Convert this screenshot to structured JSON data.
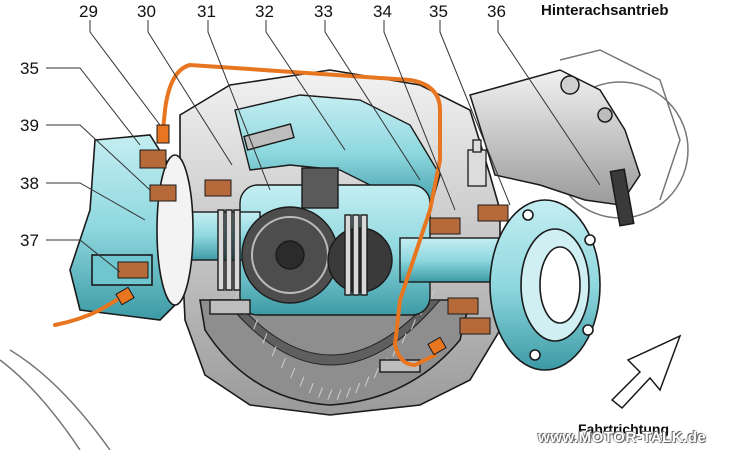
{
  "title": "Hinterachsantrieb",
  "direction_label": "Fahrtrichtung",
  "watermark": "www.MOTOR-TALK.de",
  "callouts": {
    "c29": "29",
    "c30": "30",
    "c31": "31",
    "c32": "32",
    "c33": "33",
    "c34": "34",
    "c35_top": "35",
    "c36": "36",
    "c35_left": "35",
    "c39": "39",
    "c38": "38",
    "c37": "37"
  },
  "colors": {
    "cyan": "#8fd8df",
    "cyan_dark": "#3c9aa5",
    "grey": "#c9c9c9",
    "grey_dark": "#6f6f6f",
    "orange": "#e8751f",
    "outline": "#1a1a1a"
  }
}
